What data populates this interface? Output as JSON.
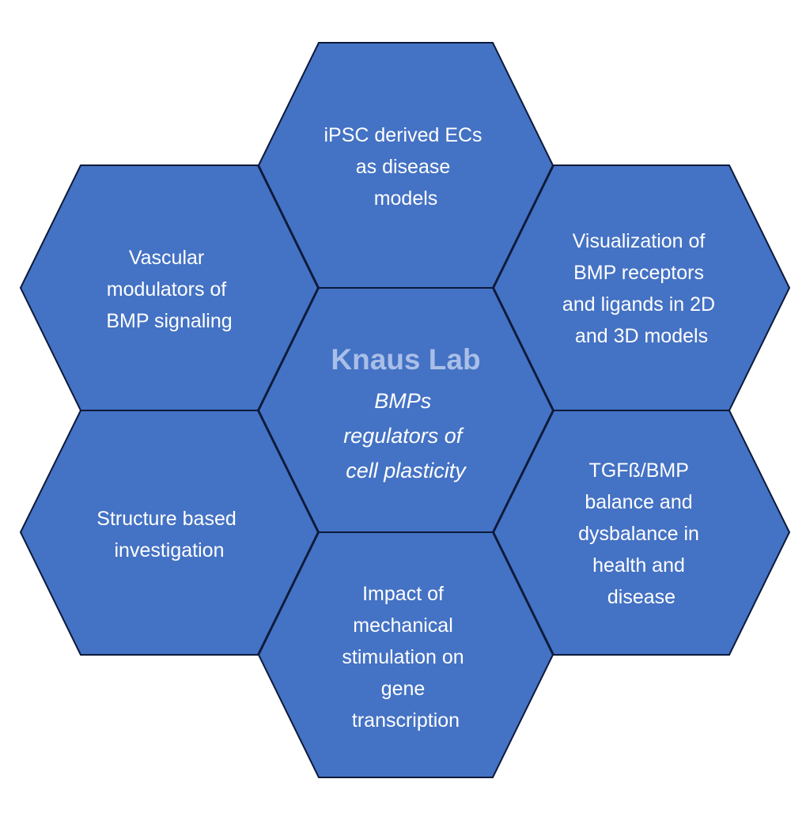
{
  "colors": {
    "hex_fill": "#4472c4",
    "title_color": "#a9bfe8"
  },
  "center": {
    "title": "Knaus Lab",
    "subtitle_lines": [
      "BMPs",
      "regulators of",
      "cell plasticity"
    ]
  },
  "topics": [
    {
      "id": "ipsc",
      "lines": [
        "iPSC derived ECs",
        "as disease",
        "models"
      ]
    },
    {
      "id": "vascular",
      "lines": [
        "Vascular",
        "modulators of",
        "BMP signaling"
      ]
    },
    {
      "id": "visualization",
      "lines": [
        "Visualization of",
        "BMP receptors",
        "and ligands in 2D",
        "and 3D models"
      ]
    },
    {
      "id": "structure",
      "lines": [
        "Structure based",
        "investigation"
      ]
    },
    {
      "id": "tgfb",
      "lines": [
        "TGFß/BMP",
        "balance and",
        "dysbalance in",
        "health and",
        "disease"
      ]
    },
    {
      "id": "mechanical",
      "lines": [
        "Impact of",
        "mechanical",
        "stimulation on",
        "gene",
        "transcription"
      ]
    }
  ]
}
